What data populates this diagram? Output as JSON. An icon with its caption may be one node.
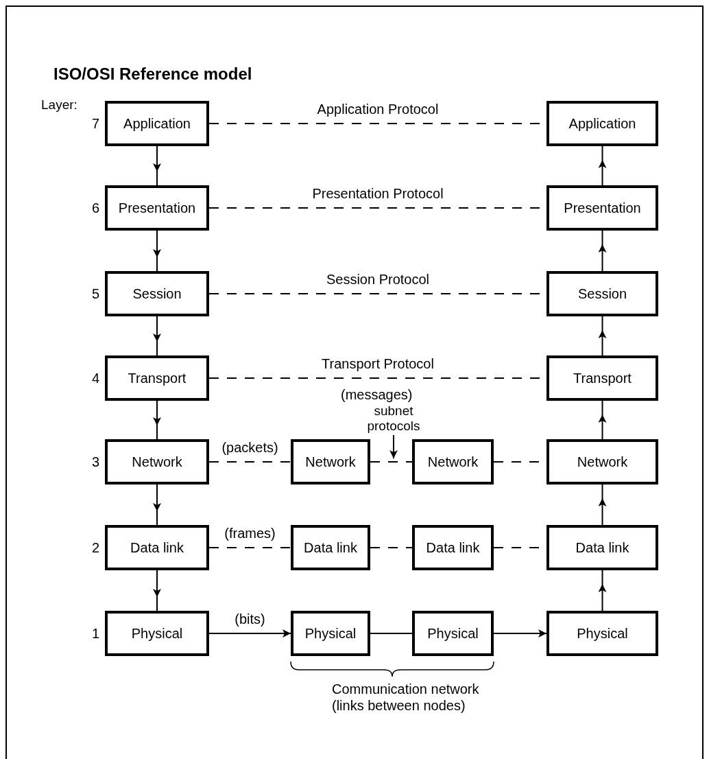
{
  "diagram": {
    "title": "ISO/OSI Reference model",
    "nodes": [
      {
        "text": [
          "Application"
        ],
        "beside": [
          "7"
        ]
      },
      {
        "text": [
          "Application"
        ]
      },
      {
        "text": [
          "Presentation"
        ],
        "beside": [
          "6"
        ]
      },
      {
        "text": [
          "Presentation"
        ]
      },
      {
        "text": [
          "Session"
        ],
        "beside": [
          "5"
        ]
      },
      {
        "text": [
          "Session"
        ]
      },
      {
        "text": [
          "Transport"
        ],
        "beside": [
          "4"
        ]
      },
      {
        "text": [
          "Transport"
        ]
      },
      {
        "text": [
          "Network"
        ],
        "beside": [
          "3"
        ]
      },
      {
        "text": [
          "Network"
        ]
      },
      {
        "text": [
          "Network"
        ]
      },
      {
        "text": [
          "Network"
        ]
      },
      {
        "text": [
          "Data link"
        ],
        "beside": [
          "2"
        ]
      },
      {
        "text": [
          "Data link"
        ]
      },
      {
        "text": [
          "Data link"
        ]
      },
      {
        "text": [
          "Data link"
        ]
      },
      {
        "text": [
          "Physical"
        ],
        "beside": [
          "1"
        ]
      },
      {
        "text": [
          "Physical"
        ]
      },
      {
        "text": [
          "Physical"
        ]
      },
      {
        "text": [
          "Physical"
        ]
      },
      {
        "text": [
          "subnet protocols"
        ]
      }
    ],
    "edges": [
      {
        "from": 0,
        "to": 1,
        "arrow": "none",
        "style": "dashed",
        "label": "Application Protocol"
      },
      {
        "from": 2,
        "to": 3,
        "arrow": "none",
        "style": "dashed",
        "label": "Presentation Protocol"
      },
      {
        "from": 4,
        "to": 5,
        "arrow": "none",
        "style": "dashed",
        "label": "Session Protocol"
      },
      {
        "from": 6,
        "to": 7,
        "arrow": "none",
        "style": "dashed",
        "label": "Transport Protocol"
      },
      {
        "from": 8,
        "to": 9,
        "arrow": "none",
        "style": "dashed",
        "label": "(packets)"
      },
      {
        "from": 9,
        "to": 10,
        "arrow": "none",
        "style": "dashed"
      },
      {
        "from": 10,
        "to": 11,
        "arrow": "none",
        "style": "dashed"
      },
      {
        "from": 12,
        "to": 13,
        "arrow": "none",
        "style": "dashed",
        "label": "(frames)"
      },
      {
        "from": 13,
        "to": 14,
        "arrow": "none",
        "style": "dashed"
      },
      {
        "from": 14,
        "to": 15,
        "arrow": "none",
        "style": "dashed"
      },
      {
        "from": 16,
        "to": 17,
        "arrow": "to",
        "label": "(bits)"
      },
      {
        "from": 17,
        "to": 18,
        "arrow": "none"
      },
      {
        "from": 18,
        "to": 19,
        "arrow": "to"
      },
      {
        "from": 0,
        "to": 2,
        "arrow": "to"
      },
      {
        "from": 2,
        "to": 4,
        "arrow": "to"
      },
      {
        "from": 4,
        "to": 6,
        "arrow": "to"
      },
      {
        "from": 6,
        "to": 8,
        "arrow": "to"
      },
      {
        "from": 8,
        "to": 12,
        "arrow": "to"
      },
      {
        "from": 12,
        "to": 16,
        "arrow": "to"
      },
      {
        "from": 19,
        "to": 15,
        "arrow": "to"
      },
      {
        "from": 15,
        "to": 11,
        "arrow": "to"
      },
      {
        "from": 11,
        "to": 7,
        "arrow": "to"
      },
      {
        "from": 7,
        "to": 5,
        "arrow": "to"
      },
      {
        "from": 5,
        "to": 3,
        "arrow": "to"
      },
      {
        "from": 3,
        "to": 1,
        "arrow": "to"
      },
      {
        "from": 20,
        "to": null,
        "arrow": "to"
      }
    ],
    "labels": [
      "Layer:",
      "(messages)",
      "Communication network (links between nodes)"
    ]
  }
}
